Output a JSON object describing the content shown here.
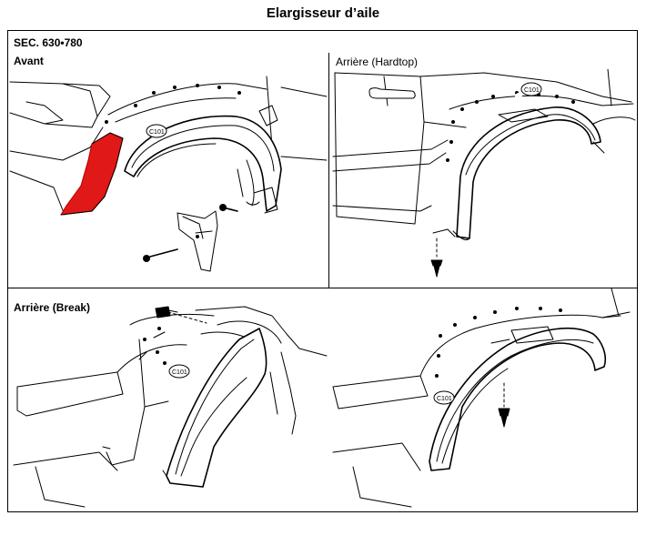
{
  "title": "Elargisseur d’aile",
  "section": "SEC. 630•780",
  "panels": {
    "front": {
      "label": "Avant",
      "clip_code": "C101"
    },
    "rear_hardtop": {
      "label": "Arrière (Hardtop)",
      "clip_code": "C101"
    },
    "rear_wagon": {
      "label": "Arrière (Break)",
      "clip_code": "C101"
    },
    "rear_bottom_right": {
      "clip_code": "C101"
    }
  },
  "colors": {
    "highlight": "#e01818",
    "line": "#000000",
    "background": "#ffffff"
  }
}
